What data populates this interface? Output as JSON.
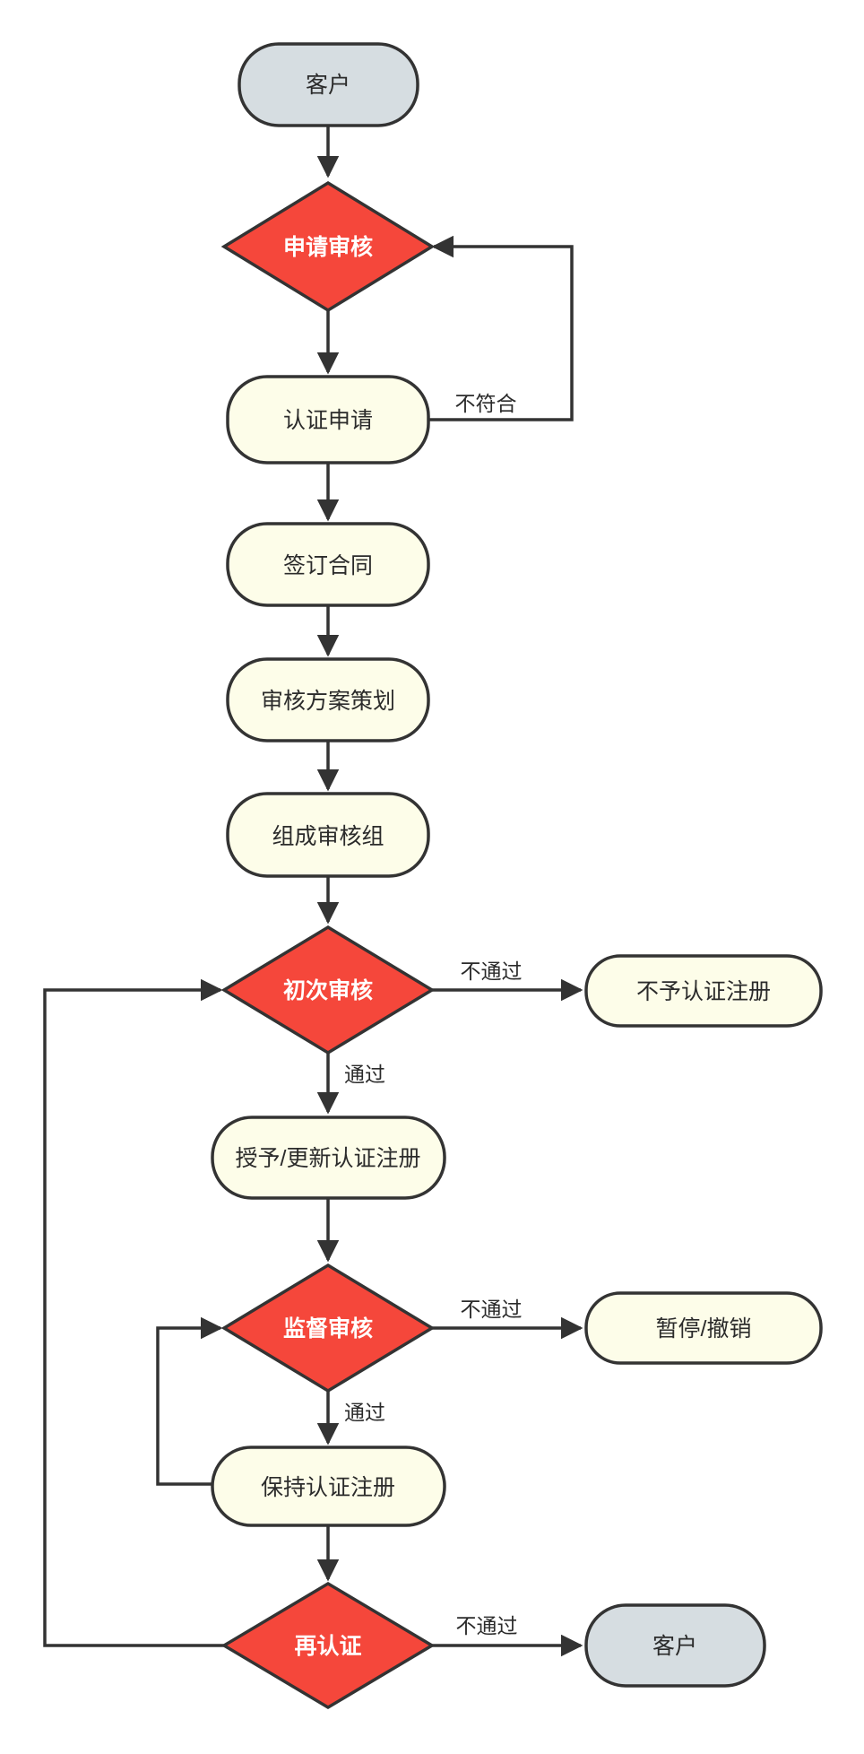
{
  "nodes": {
    "start": "客户",
    "apply_review": "申请审核",
    "cert_apply": "认证申请",
    "sign_contract": "签订合同",
    "plan": "审核方案策划",
    "team": "组成审核组",
    "initial_review": "初次审核",
    "deny": "不予认证注册",
    "grant": "授予/更新认证注册",
    "supervise": "监督审核",
    "suspend": "暂停/撤销",
    "maintain": "保持认证注册",
    "recert": "再认证",
    "end": "客户"
  },
  "edges": {
    "not_match": "不符合",
    "initial_fail": "不通过",
    "initial_pass": "通过",
    "supervise_fail": "不通过",
    "supervise_pass": "通过",
    "recert_fail": "不通过"
  },
  "colors": {
    "terminal_fill": "#d6dde1",
    "process_fill": "#fdfde9",
    "decision_fill": "#f5473b",
    "stroke": "#333333"
  }
}
